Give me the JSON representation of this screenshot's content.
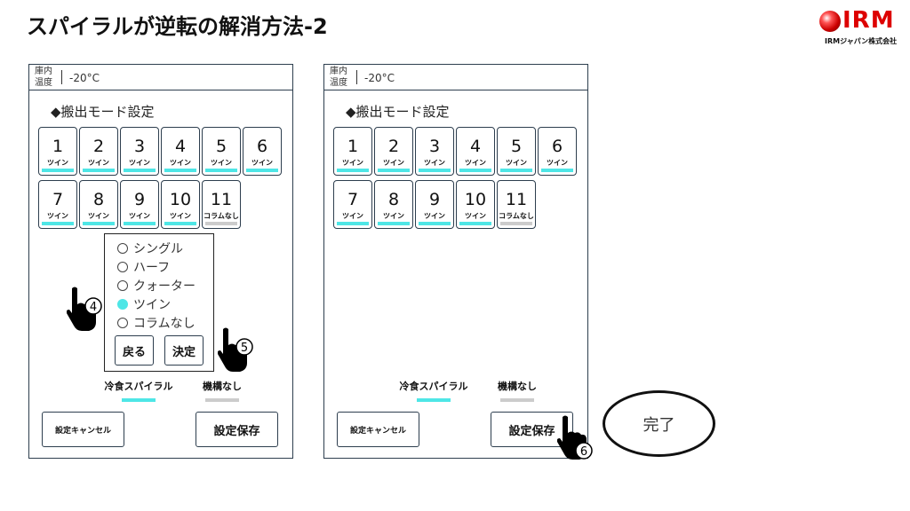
{
  "title": "スパイラルが逆転の解消方法-2",
  "logo": {
    "text": "IRM",
    "subtitle": "IRMジャパン株式会社"
  },
  "colors": {
    "twin": "#4ee6e6",
    "none": "#cccccc",
    "border": "#2d3e4e"
  },
  "panels": [
    {
      "temp_label": "庫内温度",
      "temp_value": "-20°C",
      "mode_title": "◆搬出モード設定",
      "tiles": [
        {
          "n": "1",
          "t": "ツイン"
        },
        {
          "n": "2",
          "t": "ツイン"
        },
        {
          "n": "3",
          "t": "ツイン"
        },
        {
          "n": "4",
          "t": "ツイン"
        },
        {
          "n": "5",
          "t": "ツイン"
        },
        {
          "n": "6",
          "t": "ツイン"
        },
        {
          "n": "7",
          "t": "ツイン"
        },
        {
          "n": "8",
          "t": "ツイン"
        },
        {
          "n": "9",
          "t": "ツイン"
        },
        {
          "n": "10",
          "t": "ツイン"
        },
        {
          "n": "11",
          "t": "コラムなし"
        }
      ],
      "legend": [
        "冷食スパイラル",
        "機構なし"
      ],
      "cancel": "設定キャンセル",
      "save": "設定保存"
    },
    {
      "temp_label": "庫内温度",
      "temp_value": "-20°C",
      "mode_title": "◆搬出モード設定",
      "tiles": [
        {
          "n": "1",
          "t": "ツイン"
        },
        {
          "n": "2",
          "t": "ツイン"
        },
        {
          "n": "3",
          "t": "ツイン"
        },
        {
          "n": "4",
          "t": "ツイン"
        },
        {
          "n": "5",
          "t": "ツイン"
        },
        {
          "n": "6",
          "t": "ツイン"
        },
        {
          "n": "7",
          "t": "ツイン"
        },
        {
          "n": "8",
          "t": "ツイン"
        },
        {
          "n": "9",
          "t": "ツイン"
        },
        {
          "n": "10",
          "t": "ツイン"
        },
        {
          "n": "11",
          "t": "コラムなし"
        }
      ],
      "legend": [
        "冷食スパイラル",
        "機構なし"
      ],
      "cancel": "設定キャンセル",
      "save": "設定保存"
    }
  ],
  "popup": {
    "options": [
      "シングル",
      "ハーフ",
      "クォーター",
      "ツイン",
      "コラムなし"
    ],
    "selected": "ツイン",
    "back": "戻る",
    "ok": "決定"
  },
  "steps": [
    "4",
    "5",
    "6"
  ],
  "done": "完了"
}
